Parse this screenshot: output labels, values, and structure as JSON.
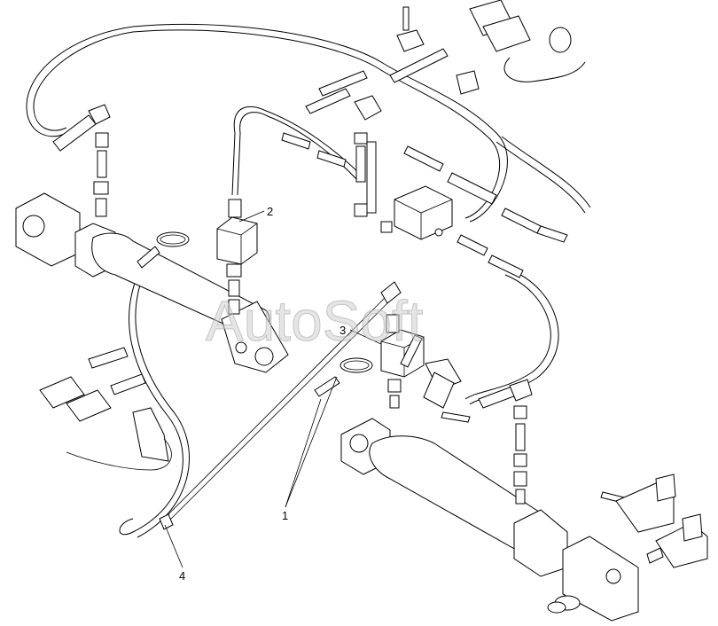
{
  "watermark": "AutoSoft",
  "callouts": [
    {
      "id": "callout-1",
      "text": "1"
    },
    {
      "id": "callout-2",
      "text": "2"
    },
    {
      "id": "callout-3",
      "text": "3"
    },
    {
      "id": "callout-4",
      "text": "4"
    }
  ],
  "colors": {
    "line": "#000000",
    "background": "#ffffff",
    "watermark": "#cfcfcf"
  }
}
